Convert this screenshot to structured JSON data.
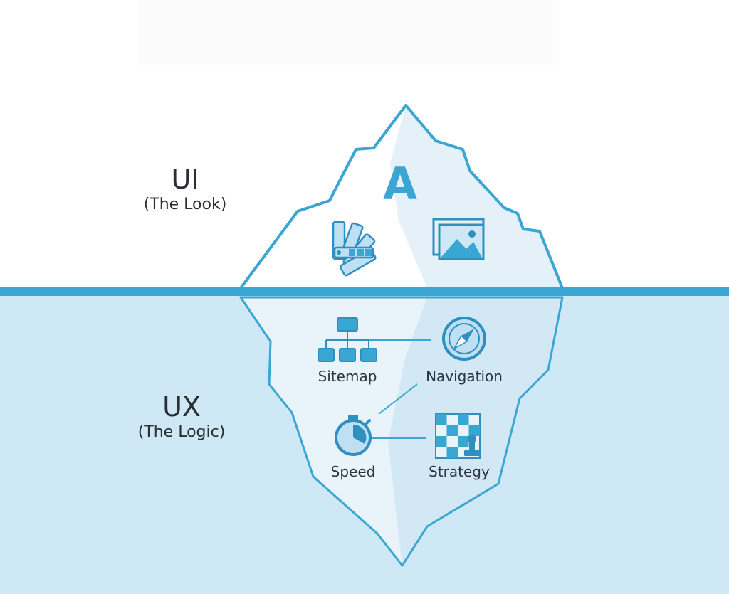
{
  "ui_section": {
    "title": "UI",
    "subtitle": "(The Look)",
    "icons": [
      "letter-a-icon",
      "color-swatch-icon",
      "image-icon"
    ],
    "letter_glyph": "A"
  },
  "ux_section": {
    "title": "UX",
    "subtitle": "(The Logic)",
    "nodes": [
      {
        "label": "Sitemap",
        "icon": "sitemap-icon"
      },
      {
        "label": "Navigation",
        "icon": "compass-icon"
      },
      {
        "label": "Speed",
        "icon": "stopwatch-icon"
      },
      {
        "label": "Strategy",
        "icon": "chess-strategy-icon"
      }
    ]
  },
  "colors": {
    "accent": "#3aa6d3",
    "water": "#cfe8f5",
    "ice_light": "#e9f4fa",
    "ice_shadow": "#d2e9f5",
    "text": "#2a2f36"
  }
}
